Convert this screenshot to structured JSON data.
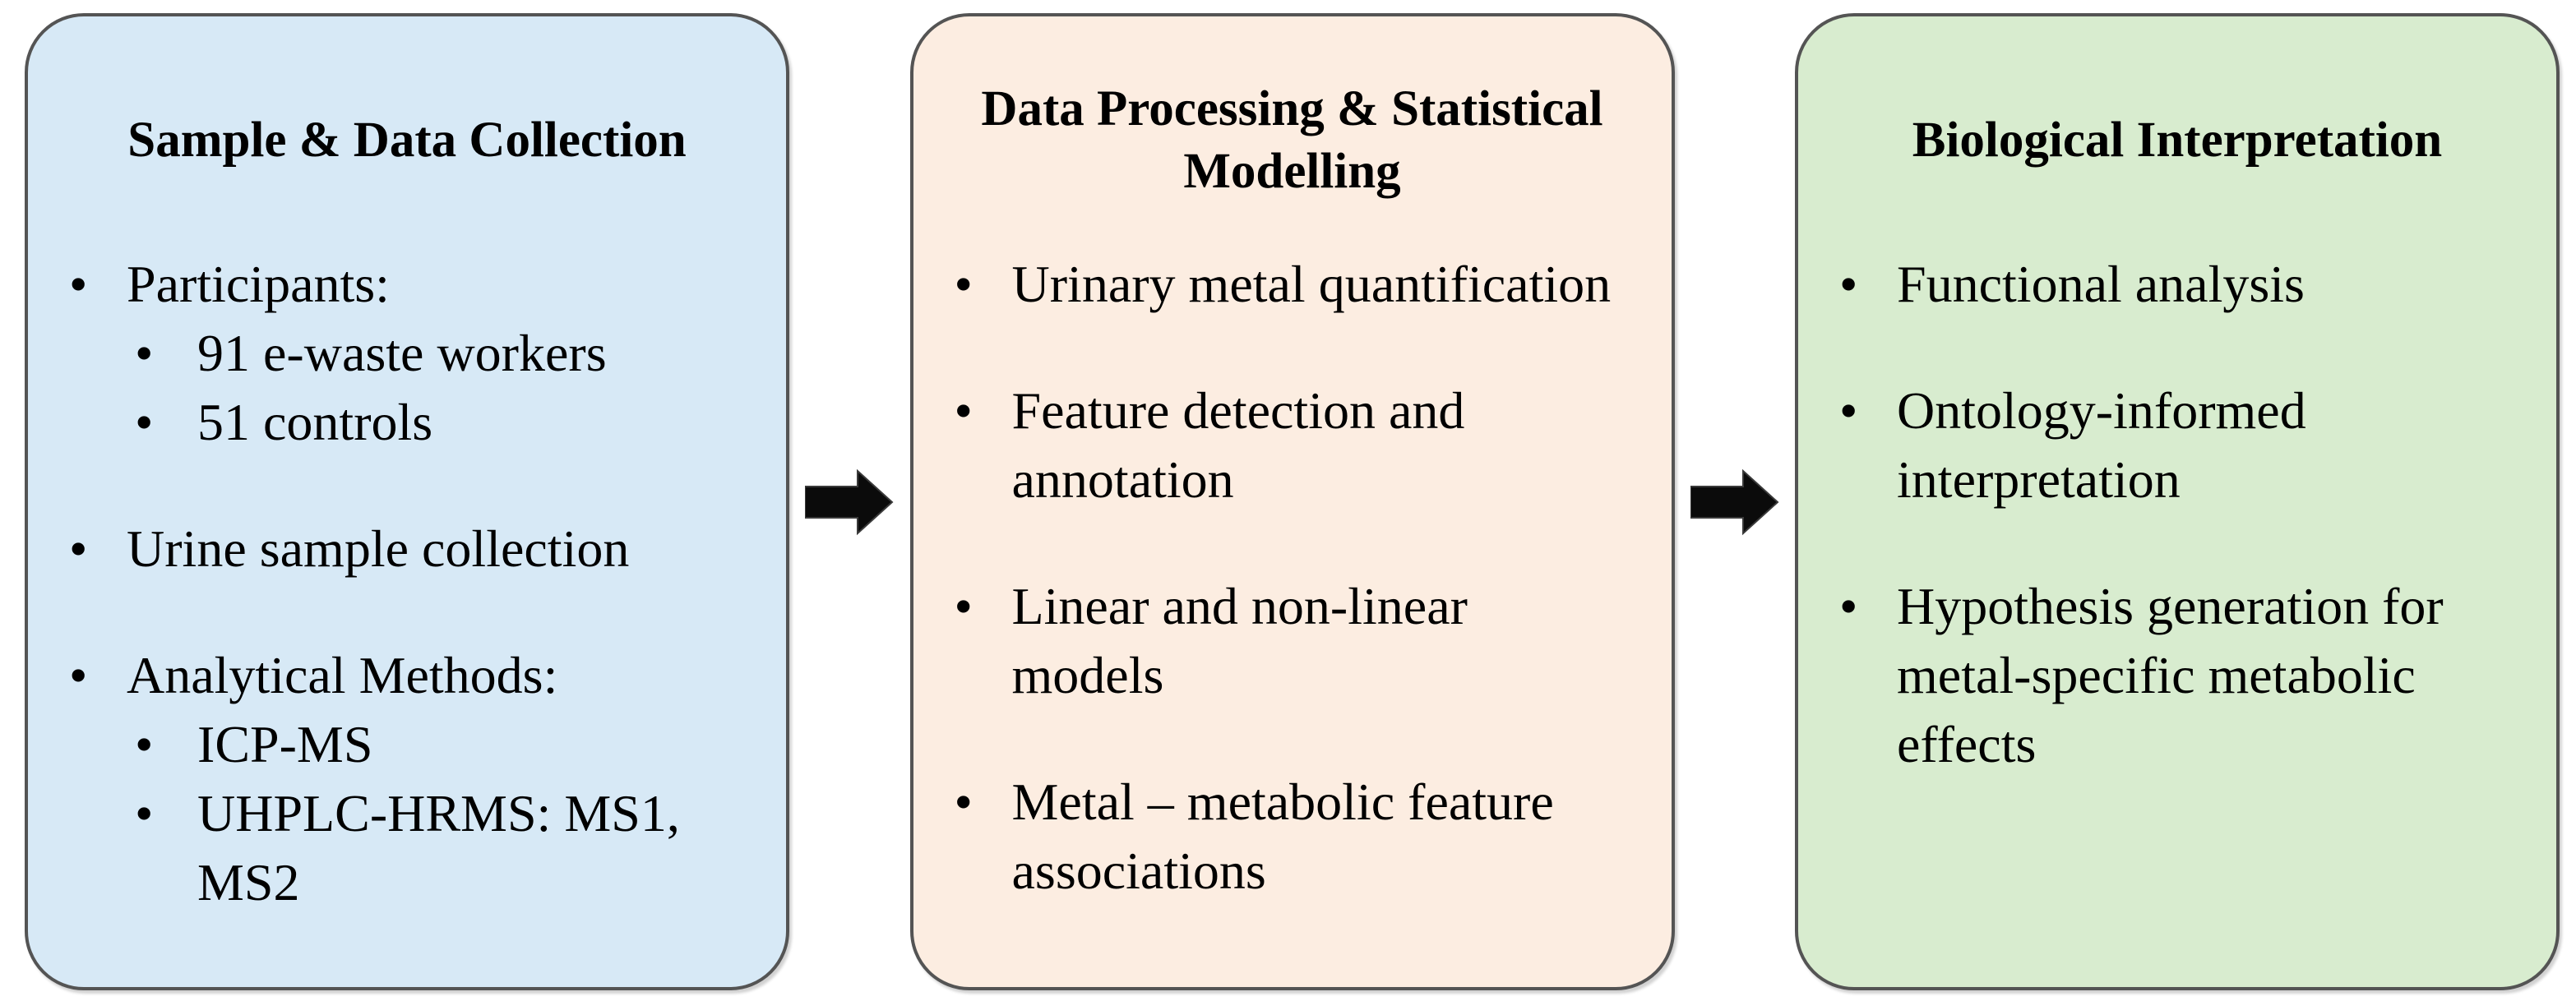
{
  "diagram": {
    "description": "Three-stage study workflow diagram",
    "background": "#ffffff"
  },
  "colors": {
    "box1_fill": "#d7e9f6",
    "box2_fill": "#fcede1",
    "box3_fill": "#d8ecცd0",
    "box3_fill_fixed": "#d8eccf",
    "border": "#545454",
    "arrow": "#0b0b0b",
    "text": "#000000"
  },
  "columns": [
    {
      "id": "sample-data-collection",
      "title": "Sample & Data Collection",
      "bg": "#d7e9f6",
      "groups": [
        {
          "items": [
            {
              "level": 1,
              "text": "Participants:"
            },
            {
              "level": 2,
              "text": "91 e-waste workers"
            },
            {
              "level": 2,
              "text": "51 controls"
            }
          ]
        },
        {
          "items": [
            {
              "level": 1,
              "text": "Urine sample collection"
            }
          ]
        },
        {
          "items": [
            {
              "level": 1,
              "text": "Analytical Methods:"
            },
            {
              "level": 2,
              "text": "ICP-MS"
            },
            {
              "level": 2,
              "text": "UHPLC-HRMS: MS1, MS2"
            }
          ]
        }
      ]
    },
    {
      "id": "data-processing-statistical-modelling",
      "title": "Data Processing & Statistical Modelling",
      "bg": "#fcede1",
      "groups": [
        {
          "items": [
            {
              "level": 1,
              "text": "Urinary metal quantification"
            }
          ]
        },
        {
          "items": [
            {
              "level": 1,
              "text": "Feature detection and annotation"
            }
          ]
        },
        {
          "items": [
            {
              "level": 1,
              "text": "Linear and non-linear models"
            }
          ]
        },
        {
          "items": [
            {
              "level": 1,
              "text": "Metal – metabolic feature associations"
            }
          ]
        }
      ]
    },
    {
      "id": "biological-interpretation",
      "title": "Biological Interpretation",
      "bg": "#d8eccf",
      "groups": [
        {
          "items": [
            {
              "level": 1,
              "text": "Functional analysis"
            }
          ]
        },
        {
          "items": [
            {
              "level": 1,
              "text": "Ontology-informed interpretation"
            }
          ]
        },
        {
          "items": [
            {
              "level": 1,
              "text": "Hypothesis generation for metal-specific metabolic effects"
            }
          ]
        }
      ]
    }
  ],
  "arrows": [
    {
      "name": "arrow-1",
      "direction": "right"
    },
    {
      "name": "arrow-2",
      "direction": "right"
    }
  ]
}
